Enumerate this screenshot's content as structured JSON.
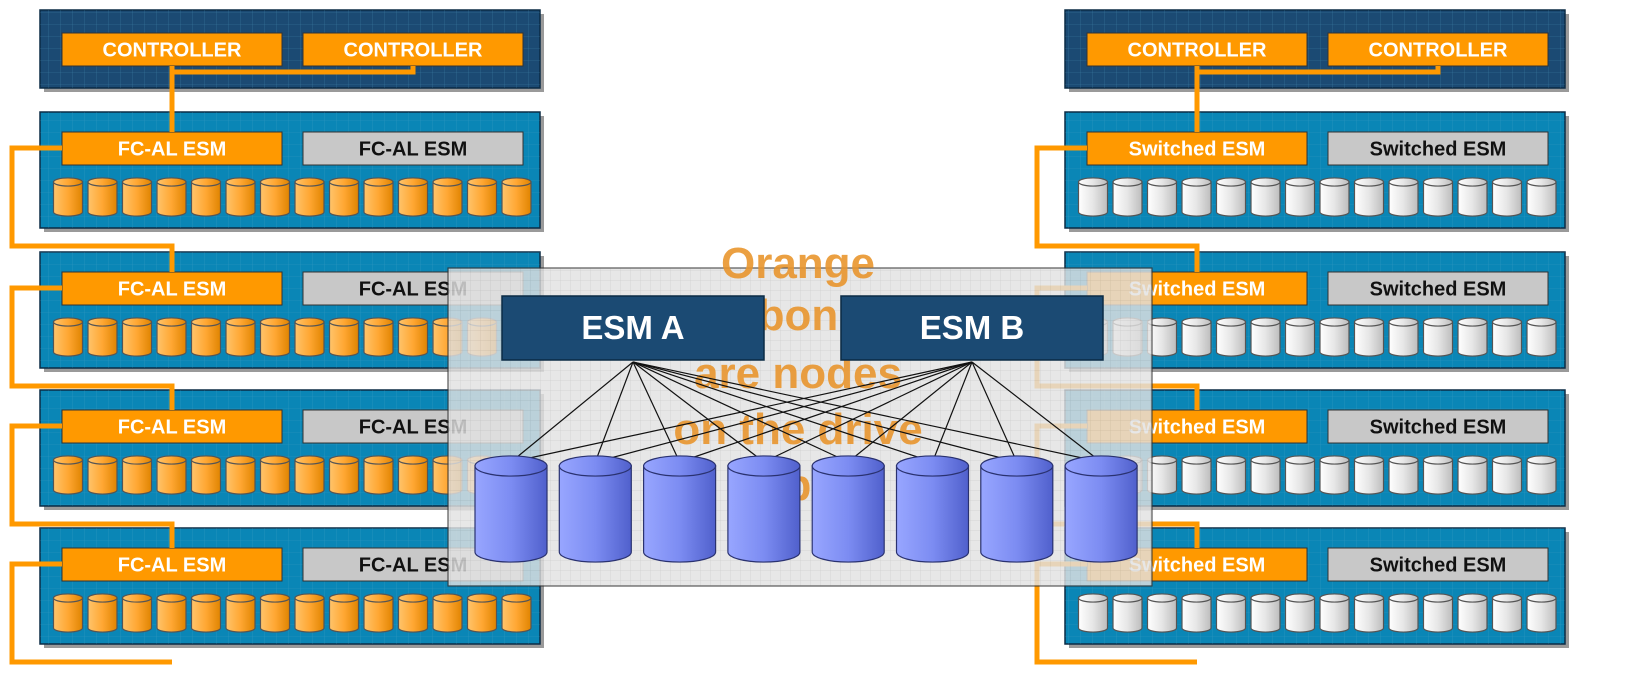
{
  "colors": {
    "navy": "#1b4a73",
    "teal_shelf": "#0a86b6",
    "orange": "#ff9900",
    "orange_line": "#ff9900",
    "grey_module": "#c8c8c8",
    "disk_orange": "#ffa733",
    "disk_grey": "#e6e6e6",
    "disk_blue": "#7c8cf2",
    "overlay_text": "#e9962e"
  },
  "left_stack": {
    "controller_labels": [
      "CONTROLLER",
      "CONTROLLER"
    ],
    "shelves": [
      {
        "active": "FC-AL ESM",
        "passive": "FC-AL ESM"
      },
      {
        "active": "FC-AL ESM",
        "passive": "FC-AL ESM"
      },
      {
        "active": "FC-AL ESM",
        "passive": "FC-AL ESM"
      },
      {
        "active": "FC-AL ESM",
        "passive": "FC-AL ESM"
      }
    ]
  },
  "right_stack": {
    "controller_labels": [
      "CONTROLLER",
      "CONTROLLER"
    ],
    "shelves": [
      {
        "active": "Switched ESM",
        "passive": "Switched ESM"
      },
      {
        "active": "Switched ESM",
        "passive": "Switched ESM"
      },
      {
        "active": "Switched ESM",
        "passive": "Switched ESM"
      },
      {
        "active": "Switched ESM",
        "passive": "Switched ESM"
      }
    ]
  },
  "overlay_text": [
    "Orange",
    "bon",
    "are nodes",
    "on the drive",
    "p"
  ],
  "center": {
    "esm_a": "ESM A",
    "esm_b": "ESM B",
    "disk_count": 8
  }
}
